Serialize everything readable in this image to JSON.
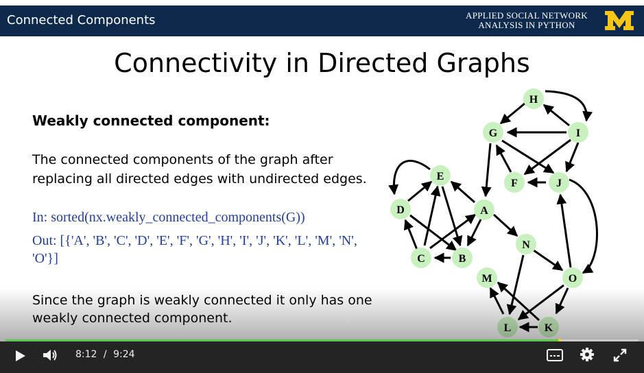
{
  "header": {
    "lecture_title": "Connected Components",
    "course_line1": "APPLIED SOCIAL NETWORK",
    "course_line2": "ANALYSIS IN PYTHON",
    "logo_letter": "M"
  },
  "slide": {
    "heading": "Connectivity in Directed Graphs",
    "section_heading": "Weakly connected component:",
    "definition": "The connected components of the graph after replacing all directed edges with undirected edges.",
    "code_in": "In: sorted(nx.weakly_connected_components(G))",
    "code_out": "Out: [{'A', 'B', 'C', 'D', 'E', 'F', 'G', 'H', 'I', 'J', 'K', 'L', 'M', 'N', 'O'}]",
    "conclusion": "Since the graph is weakly connected it only has one weakly connected component."
  },
  "graph": {
    "nodes": [
      "H",
      "I",
      "G",
      "J",
      "F",
      "E",
      "D",
      "A",
      "N",
      "C",
      "B",
      "M",
      "O",
      "L",
      "K"
    ]
  },
  "player": {
    "current_time": "8:12",
    "separator": "/",
    "duration": "9:24",
    "progress_fraction": 0.873,
    "buffered_marker_fraction": 0.873
  },
  "icons": {
    "play": "play-icon",
    "volume": "volume-icon",
    "captions": "captions-icon",
    "settings": "gear-icon",
    "fullscreen": "fullscreen-icon"
  },
  "colors": {
    "header_bg": "#0d2a4c",
    "logo": "#f5c518",
    "code_text": "#24409a",
    "node_fill": "#c9f0bf",
    "progress": "#59c94a"
  }
}
